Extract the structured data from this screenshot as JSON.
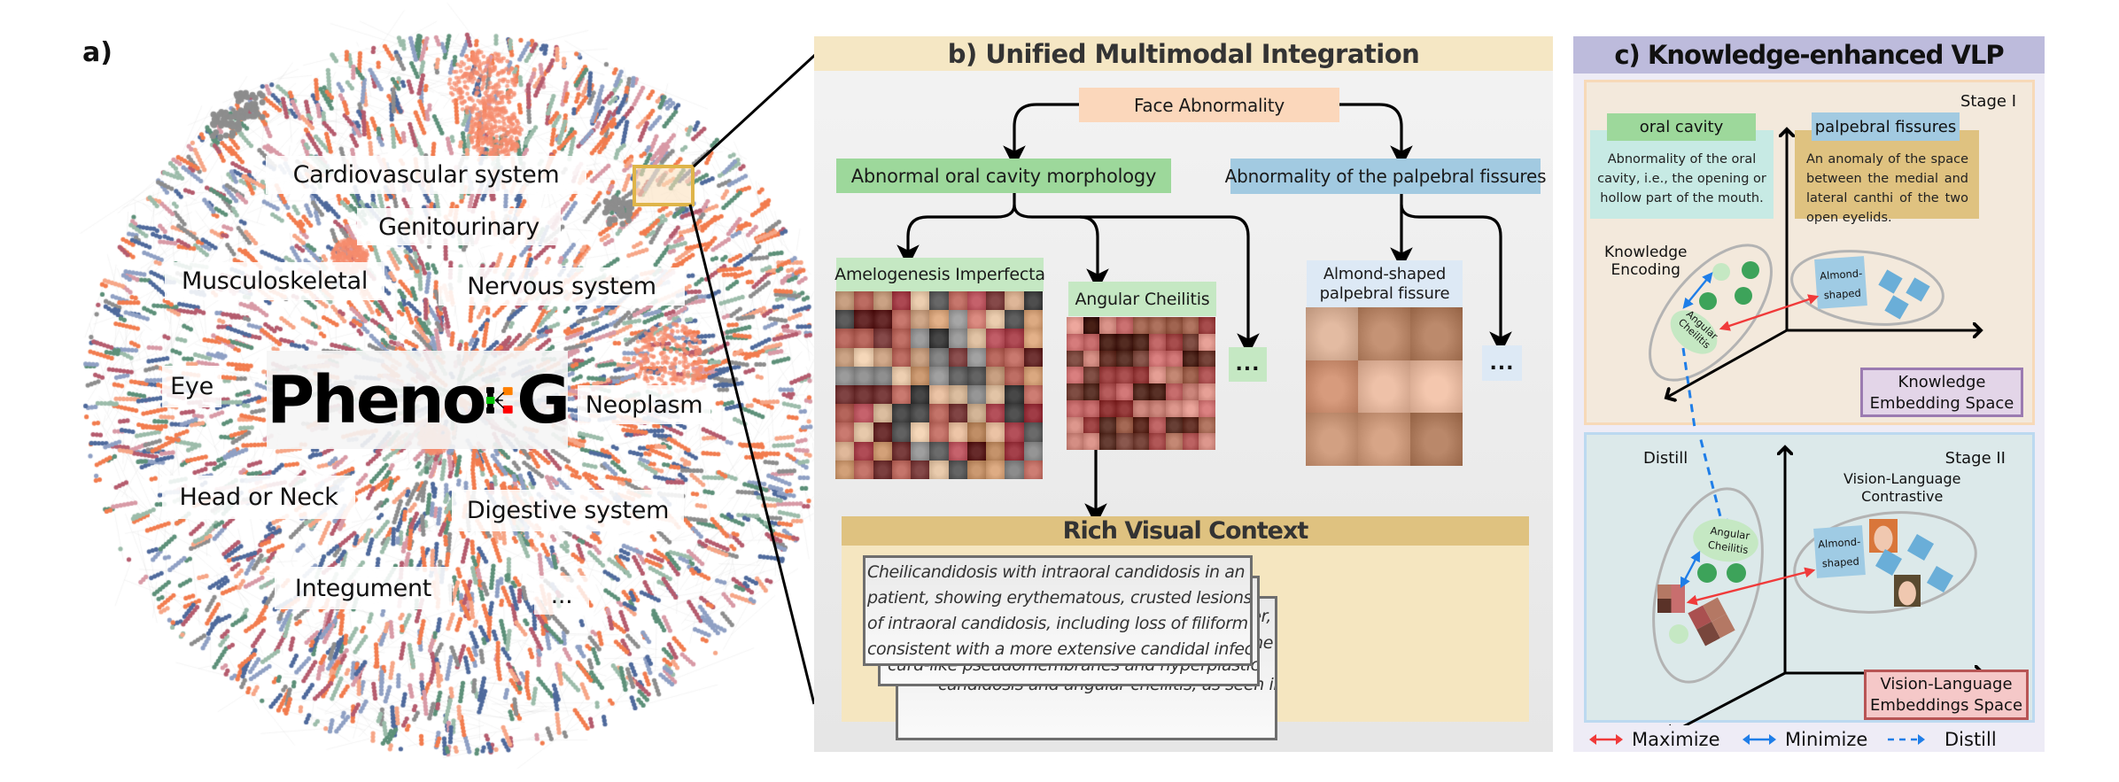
{
  "panel_a": {
    "label": "a)",
    "logo": {
      "text_left": "Pheno",
      "text_right": "G",
      "node_colors": {
        "top": "#ff8000",
        "mid": "#00c000",
        "bottom": "#ff0000"
      }
    },
    "systems": [
      {
        "id": "cardiovascular",
        "label": "Cardiovascular system"
      },
      {
        "id": "genitourinary",
        "label": "Genitourinary"
      },
      {
        "id": "musculoskeletal",
        "label": "Musculoskeletal"
      },
      {
        "id": "nervous",
        "label": "Nervous system"
      },
      {
        "id": "eye",
        "label": "Eye"
      },
      {
        "id": "neoplasm",
        "label": "Neoplasm"
      },
      {
        "id": "head-neck",
        "label": "Head or Neck"
      },
      {
        "id": "digestive",
        "label": "Digestive system"
      },
      {
        "id": "integument",
        "label": "Integument"
      },
      {
        "id": "more",
        "label": "..."
      }
    ],
    "node_palette": [
      "#f27c4e",
      "#4f6a9c",
      "#5d9079",
      "#b55c6e",
      "#8fa0c4",
      "#9cbcaa",
      "#d89aa6",
      "#8d8d8d",
      "#f6a687"
    ]
  },
  "panel_b": {
    "title": "b) Unified Multimodal Integration",
    "root": {
      "label": "Face Abnormality",
      "color": "#fbd7bb"
    },
    "branches": [
      {
        "label": "Abnormal oral cavity morphology",
        "color": "#9dd89b"
      },
      {
        "label": "Abnormality of the palpebral fissures",
        "color": "#a2cae1"
      }
    ],
    "leaves": [
      {
        "label": "Amelogenesis Imperfecta",
        "color": "#c5e8c3",
        "grid": {
          "cols": 11,
          "rows": 10
        }
      },
      {
        "label": "Angular Cheilitis",
        "color": "#c5e8c3",
        "grid": {
          "cols": 9,
          "rows": 8
        }
      },
      {
        "label": "...",
        "color": "#c5e8c3"
      },
      {
        "label_lines": [
          "Almond-shaped",
          "palpebral fissure"
        ],
        "color": "#dde9f5",
        "grid": {
          "cols": 3,
          "rows": 3
        }
      },
      {
        "label": "...",
        "color": "#dde9f5"
      }
    ],
    "rich_context": {
      "title": "Rich Visual Context",
      "cards": [
        {
          "lines": [
            "Cheilicandidosis with intraoral candidosis in an immunocompromised",
            "patient, showing erythematous, crusted lesions on the lips and evidence",
            "of intraoral candidosis, including loss of filiform papillae on the tongue,",
            "consistent with a more extensive candidal infection that ..."
          ]
        },
        {
          "lines": [
            "curd-like pseudomembranes and hyperplastic papillary changes on ..."
          ],
          "edge_fragments": [
            "er,",
            "he",
            "s"
          ]
        },
        {
          "lines": [
            "candidosis and angular cheilitis, as seen in a natural image of ..."
          ]
        }
      ]
    }
  },
  "panel_c": {
    "title": "c) Knowledge-enhanced VLP",
    "stage1": {
      "label": "Stage I",
      "oral": {
        "title": "oral cavity",
        "definition_lines": [
          "Abnormality of the oral",
          "cavity, i.e., the opening or",
          "hollow part of the mouth."
        ]
      },
      "palpebral": {
        "title": "palpebral fissures",
        "definition_lines": [
          "An anomaly of the space",
          "between the medial and",
          "lateral canthi of the two",
          "open eyelids."
        ]
      },
      "encoding_lines": [
        "Knowledge",
        "Encoding"
      ],
      "angular_lines": [
        "Angular",
        "Cheilitis"
      ],
      "almond_lines": [
        "Almond-",
        "shaped"
      ],
      "space_lines": [
        "Knowledge",
        "Embedding Space"
      ]
    },
    "stage2": {
      "label": "Stage II",
      "distill_label": "Distill",
      "contrastive_lines": [
        "Vision-Language",
        "Contrastive"
      ],
      "angular_lines": [
        "Angular",
        "Cheilitis"
      ],
      "almond_lines": [
        "Almond-",
        "shaped"
      ],
      "space_lines": [
        "Vision-Language",
        "Embeddings Space"
      ]
    },
    "legend": [
      {
        "label": "Maximize",
        "color": "#f03a3a",
        "style": "double-arrow"
      },
      {
        "label": "Minimize",
        "color": "#1f7ee8",
        "style": "double-arrow"
      },
      {
        "label": "Distill",
        "color": "#1f7ee8",
        "style": "dashed-arrow"
      }
    ],
    "colors": {
      "maximize": "#f03a3a",
      "minimize": "#1f7ee8",
      "distill": "#1f7ee8",
      "dark_green": "#3da35a",
      "light_green": "#c5e8c3",
      "blue_square": "#6aaed8",
      "almond_box": "#9fcbe4"
    }
  }
}
